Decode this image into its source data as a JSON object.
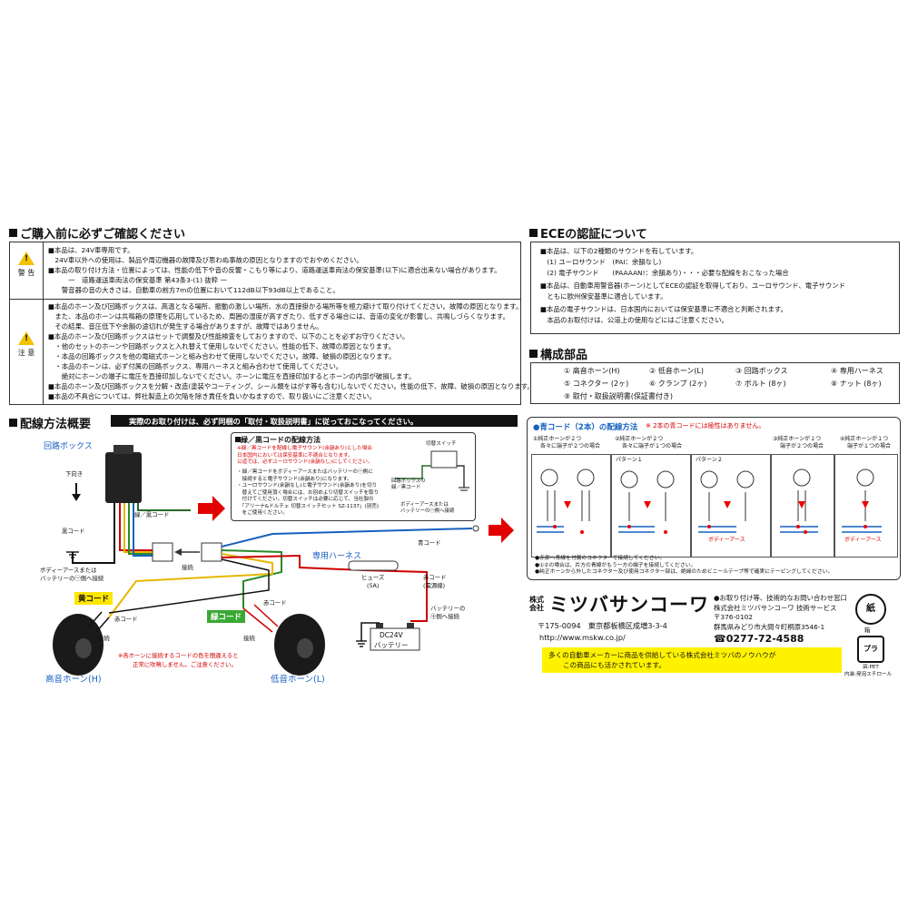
{
  "purchase": {
    "title": "ご購入前に必ずご確認ください",
    "warning_label": "警 告",
    "warning_lines": [
      "■本品は、24V車専用です。",
      "　24V車以外への使用は、製品や周辺機器の故障及び思わぬ事故の原因となりますのでおやめください。",
      "■本品の取り付け方法・位置によっては、性能の低下や音の反響・こもり等により、道路運送車両法の保安基準(以下)に適合出来ない場合があります。",
      "　　　一　道路運送車両法の保安基準 第43条3-(1) 抜粋 一",
      "　　警音器の音の大きさは、自動車の前方7mの位置において112dB以下93dB以上であること。"
    ],
    "caution_label": "注 意",
    "caution_lines": [
      "■本品のホーン及び回路ボックスは、高温となる場所、振動の激しい場所、水の直接掛かる場所等を極力避けて取り付けてください。故障の原因となります。",
      "　また、本品のホーンは共鳴箱の原理を応用しているため、周囲の湿度が高すぎたり、低すぎる場合には、音道の変化が影響し、共鳴しづらくなります。",
      "　その結果、音圧低下や余韻の途切れが発生する場合がありますが、故障ではありません。",
      "■本品のホーン及び回路ボックスはセットで調整及び性能検査をしておりますので、以下のことを必ずお守りください。",
      "　・他のセットのホーンや回路ボックスと入れ替えて使用しないでください。性能の低下、故障の原因となります。",
      "　・本品の回路ボックスを他の電磁式ホーンと組み合わせて使用しないでください。故障、破損の原因となります。",
      "　・本品のホーンは、必ず付属の回路ボックス、専用ハーネスと組み合わせて使用してください。",
      "　　絶対にホーンの端子に電圧を直接印加しないでください。ホーンに電圧を直接印加するとホーンの内部が破損します。",
      "■本品のホーン及び回路ボックスを分解・改造(塗装やコーティング、シール類をはがす等も含む)しないでください。性能の低下、故障、破損の原因となります。",
      "■本品の不具合については、弊社製造上の欠陥を除き責任を負いかねますので、取り扱いにご注意ください。"
    ]
  },
  "ece": {
    "title": "ECEの認証について",
    "lines": [
      "■本品は、以下の2種類のサウンドを有しています。",
      "　(1) ユーロサウンド　(PAI：余韻なし)",
      "　(2) 電子サウンド　　(PAAAAN!：余韻あり)・・・必要な配線をおこなった場合",
      "■本品は、自動車用警音器(ホーン)としてECEの認証を取得しており、ユーロサウンド、電子サウンド",
      "　ともに欧州保安基準に適合しています。",
      "■本品の電子サウンドは、日本国内においては保安基準に不適合と判断されます。",
      "　本品のお取付けは、公道上の使用などにはご注意ください。"
    ]
  },
  "parts": {
    "title": "構成部品",
    "items": [
      "① 高音ホーン(H)",
      "② 低音ホーン(L)",
      "③ 回路ボックス",
      "④ 専用ハーネス",
      "⑤ コネクター (2ヶ)",
      "⑥ クランプ (2ヶ)",
      "⑦ ボルト (8ヶ)",
      "⑧ ナット (8ヶ)",
      "⑨ 取付・取扱説明書(保証書付き)"
    ]
  },
  "wiring": {
    "title": "配線方法概要",
    "banner": "実際のお取り付けは、必ず同梱の「取付・取扱説明書」に従っておこなってください。",
    "circuit_box": "回路ボックス",
    "down": "下向き",
    "green_black": "緑／黒コード",
    "black_cord": "黒コード",
    "body_earth_1": "ボディーアースまたは",
    "body_earth_2": "バッテリーの㊀側へ接続",
    "connect": "接続",
    "blue_cord": "青コード",
    "harness": "専用ハーネス",
    "fuse_1": "ヒューズ",
    "fuse_2": "(5A)",
    "red_cord_1": "赤コード",
    "red_cord_2": "(電源線)",
    "battery_conn_1": "バッテリーの",
    "battery_conn_2": "㊉側へ接続",
    "battery_1": "DC24V",
    "battery_2": "バッテリー",
    "yellow_tag": "黄コード",
    "green_tag": "緑コード",
    "red_cord": "赤コード",
    "high_horn": "高音ホーン(H)",
    "low_horn": "低音ホーン(L)",
    "note_1": "※各ホーンに接続するコードの色を間違えると",
    "note_2": "正常に吹鳴しません。ご注意ください。",
    "gb_box": {
      "title": "緑／黒コードの配線方法",
      "red_lines": [
        "※緑／黒コードを配線し電子サウンド(余韻あり)とした場合",
        "日本国内においては保安基準に不適合となります。",
        "公道では、必ずユーロサウンド(余韻なし)にしてください。"
      ],
      "lines": [
        "・緑／黒コードをボディーアースまたはバッテリーの㊀側に",
        "　接続すると電子サウンド(余韻あり)になります。",
        "・ユーロサウンド(余韻なし)と電子サウンド(余韻あり)を切り",
        "　替えてご使用頂く場合には、お別めより切替スイッチを取り",
        "　付けてください。切替スイッチは必要に応じて、当社製の",
        "　「アリーナ&ドルチェ 切替スイッチセット SZ-1137」(別売)",
        "　をご使用ください。"
      ],
      "switch": "切替スイッチ",
      "from_box_1": "回路ボックスの",
      "from_box_2": "緑／黒コード",
      "earth_1": "ボディーアースまたは",
      "earth_2": "バッテリーの㊀側へ接続"
    }
  },
  "blue": {
    "title": "●青コード（2本）の配線方法",
    "note": "※ 2本の青コードには極性はありません。",
    "patterns": [
      {
        "h1": "①純正ホーンが２つ",
        "h2": "各々に端子が２つの場合"
      },
      {
        "h1": "②純正ホーンが２つ",
        "h2": "各々に端子が１つの場合"
      },
      {
        "h1": "③純正ホーンが１つ",
        "h2": "端子が２つの場合"
      },
      {
        "h1": "④純正ホーンが１つ",
        "h2": "端子が１つの場合"
      }
    ],
    "pattern1": "パターン１",
    "pattern2": "パターン２",
    "body_earth": "ボディーアース",
    "foot_1": "●赤部へ青線を付属のコネクターで接続してください。",
    "foot_2": "●①②の場合は、片方の青線がもう一方の端子を接続してください。",
    "foot_3": "●純正ホーンから外したコネクター及び使用コネクター部は、絶縁のためビニールテープ等で確実にテーピングしてください。"
  },
  "company": {
    "kabu": "株式",
    "kaisha": "会社",
    "name": "ミツバサンコーワ",
    "address": "〒175-0094　東京都板橋区成増3-3-4",
    "url": "http://www.mskw.co.jp/",
    "contact_1": "●お取り付け等、技術的なお問い合わせ窓口",
    "contact_2": "株式会社ミツバサンコーワ 技術サービス",
    "contact_3": "〒376-0102",
    "contact_4": "群馬県みどり市大間々町桐原3546-1",
    "phone": "☎0277-72-4588",
    "slogan_1": "多くの自動車メーカーに商品を供給している株式会社ミツバのノウハウが",
    "slogan_2": "この商品にも活かされています。",
    "recycle_paper": "紙",
    "recycle_paper_sub": "箱",
    "recycle_plastic": "プラ",
    "recycle_sub": "袋:PET",
    "recycle_sub2": "内装:発泡スチロール"
  }
}
